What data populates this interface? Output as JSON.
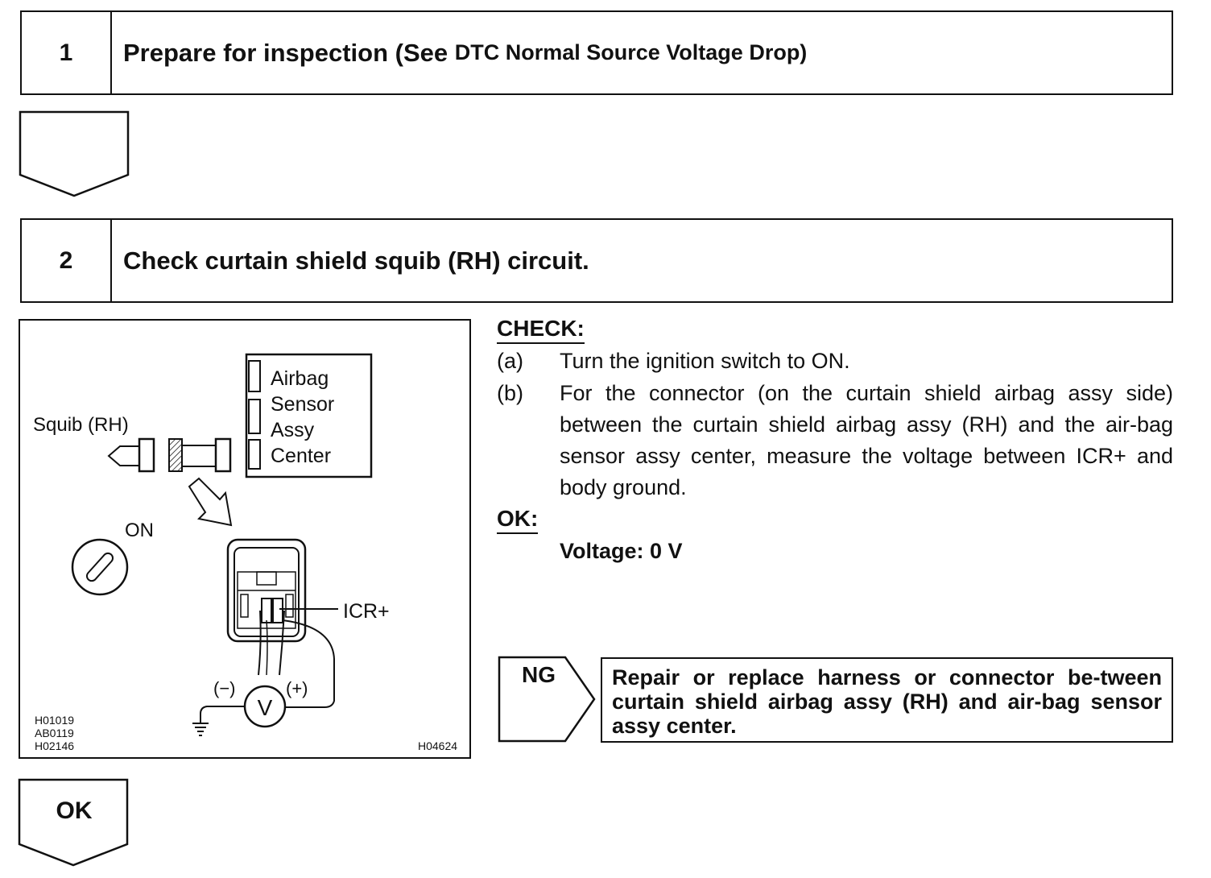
{
  "step1": {
    "number": "1",
    "title": "Prepare for inspection (See",
    "ref": "DTC Normal Source Voltage Drop)"
  },
  "step2": {
    "number": "2",
    "title": "Check curtain shield squib (RH) circuit."
  },
  "figure": {
    "box_labels": [
      "Airbag",
      "Sensor",
      "Assy",
      "Center"
    ],
    "squib_label": "Squib (RH)",
    "on_label": "ON",
    "terminal_label": "ICR+",
    "minus_label": "(−)",
    "plus_label": "(+)",
    "meter_symbol": "V",
    "codes_left": [
      "H01019",
      "AB0119",
      "H02146"
    ],
    "code_right": "H04624"
  },
  "check": {
    "heading": "CHECK:",
    "items": [
      {
        "label": "(a)",
        "text": "Turn the ignition switch to ON."
      },
      {
        "label": "(b)",
        "text": "For the connector (on the curtain shield airbag assy side) between the curtain shield airbag assy (RH) and the air-bag sensor assy center, measure the voltage between ICR+ and body ground."
      }
    ]
  },
  "ok": {
    "heading": "OK:",
    "value": "Voltage: 0 V"
  },
  "ng": {
    "label": "NG",
    "text": "Repair or replace harness or connector be-tween curtain shield airbag assy (RH) and air-bag sensor assy center."
  },
  "ok_arrow": {
    "label": "OK"
  }
}
